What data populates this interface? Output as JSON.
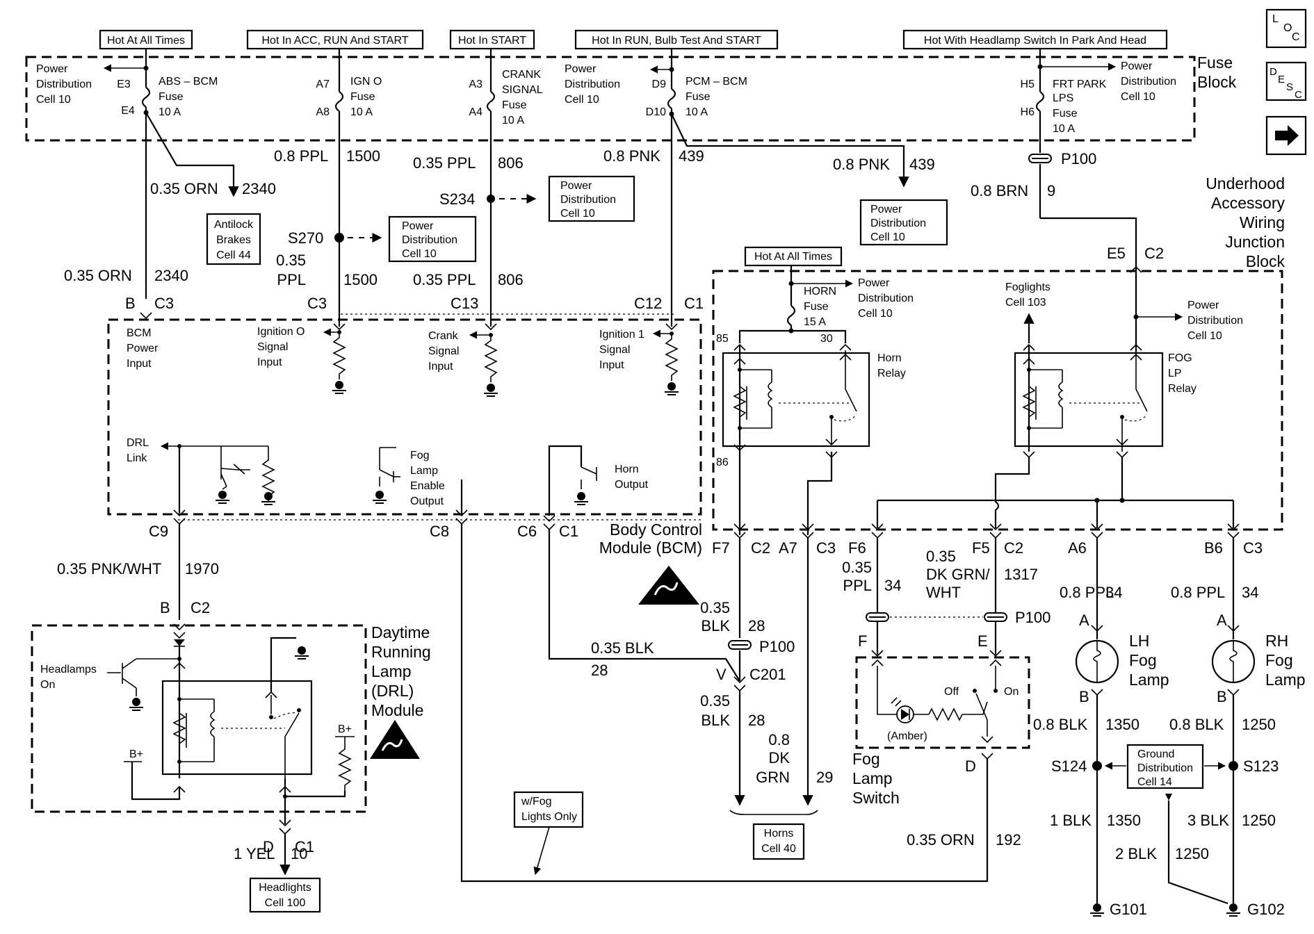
{
  "supply_labels": [
    "Hot At All Times",
    "Hot In ACC, RUN And START",
    "Hot In START",
    "Hot In RUN, Bulb Test And START",
    "Hot With Headlamp Switch In Park And Head"
  ],
  "horn_hot_label": "Hot At All Times",
  "nav": {
    "loc": [
      "L",
      "O",
      "C"
    ],
    "desc": [
      "D",
      "E",
      "S",
      "C"
    ]
  },
  "fuse_block": {
    "title": [
      "Fuse",
      "Block"
    ]
  },
  "pdc_main": [
    "Power",
    "Distribution",
    "Cell 10"
  ],
  "fuses": {
    "abs": {
      "pins": [
        "E3",
        "E4"
      ],
      "text": [
        "ABS – BCM",
        "Fuse",
        "10 A"
      ]
    },
    "ign": {
      "pins": [
        "A7",
        "A8"
      ],
      "text": [
        "IGN O",
        "Fuse",
        "10 A"
      ]
    },
    "crank": {
      "pins": [
        "A3",
        "A4"
      ],
      "text": [
        "CRANK",
        "SIGNAL",
        "Fuse",
        "10 A"
      ]
    },
    "pcm": {
      "pins": [
        "D9",
        "D10"
      ],
      "text": [
        "PCM – BCM",
        "Fuse",
        "10 A"
      ]
    },
    "frt": {
      "pins": [
        "H5",
        "H6"
      ],
      "text": [
        "FRT PARK",
        "LPS",
        "Fuse",
        "10 A"
      ]
    }
  },
  "wires": {
    "orn2340_a": [
      "0.35 ORN",
      "2340"
    ],
    "orn2340_b": [
      "0.35 ORN",
      "2340"
    ],
    "ppl1500_a": [
      "0.8 PPL",
      "1500"
    ],
    "ppl1500_b": [
      "0.35",
      "PPL",
      "1500"
    ],
    "ppl806_a": [
      "0.35 PPL",
      "806"
    ],
    "ppl806_b": [
      "0.35 PPL",
      "806"
    ],
    "pnk439_a": [
      "0.8 PNK",
      "439"
    ],
    "pnk439_b": [
      "0.8 PNK",
      "439"
    ],
    "brn9": [
      "0.8 BRN",
      "9"
    ],
    "pnkwht1970": [
      "0.35 PNK/WHT",
      "1970"
    ],
    "yel10": [
      "1 YEL",
      "10"
    ],
    "blk28_a": [
      "0.35 BLK",
      "28"
    ],
    "blk28_b": [
      "0.35",
      "BLK",
      "28"
    ],
    "blk28_c": [
      "0.35",
      "BLK",
      "28"
    ],
    "dkgrn29": [
      "0.8",
      "DK",
      "GRN",
      "29"
    ],
    "ppl34_sw": [
      "0.35",
      "PPL",
      "34"
    ],
    "dkgrnwht1317": [
      "0.35",
      "DK GRN/",
      "WHT",
      "1317"
    ],
    "ppl34_lh": [
      "0.8 PPL",
      "34"
    ],
    "ppl34_rh": [
      "0.8 PPL",
      "34"
    ],
    "blk1350_a": [
      "0.8 BLK",
      "1350"
    ],
    "blk1250_a": [
      "0.8 BLK",
      "1250"
    ],
    "blk1350_b": [
      "1 BLK",
      "1350"
    ],
    "blk1250_b": [
      "3 BLK",
      "1250"
    ],
    "blk1250_c": [
      "2 BLK",
      "1250"
    ],
    "orn192": [
      "0.35 ORN",
      "192"
    ]
  },
  "refs": {
    "antilock": [
      "Antilock",
      "Brakes",
      "Cell 44"
    ],
    "pdc_s270": [
      "Power",
      "Distribution",
      "Cell 10"
    ],
    "pdc_s234": [
      "Power",
      "Distribution",
      "Cell 10"
    ],
    "pdc_pnk": [
      "Power",
      "Distribution",
      "Cell 10"
    ],
    "horns": [
      "Horns",
      "Cell 40"
    ],
    "headlights": [
      "Headlights",
      "Cell 100"
    ],
    "ground_dist": [
      "Ground",
      "Distribution",
      "Cell 14"
    ],
    "fog_only": [
      "w/Fog",
      "Lights Only"
    ]
  },
  "splices": {
    "s270": "S270",
    "s234": "S234",
    "s124": "S124",
    "s123": "S123"
  },
  "grounds": {
    "g101": "G101",
    "g102": "G102"
  },
  "connectors": {
    "b_c3": [
      "B",
      "C3"
    ],
    "c3": "C3",
    "c13": "C13",
    "c12_c1": [
      "C12",
      "C1"
    ],
    "c9": "C9",
    "c8": "C8",
    "c6_c1": [
      "C6",
      "C1"
    ],
    "b_c2": [
      "B",
      "C2"
    ],
    "d_c1": [
      "D",
      "C1"
    ],
    "f7_c2": [
      "F7",
      "C2"
    ],
    "a7_c3": [
      "A7",
      "C3"
    ],
    "f6": "F6",
    "f5_c2": [
      "F5",
      "C2"
    ],
    "a6": "A6",
    "b6_c3": [
      "B6",
      "C3"
    ],
    "e5_c2": [
      "E5",
      "C2"
    ],
    "v_c201": [
      "V",
      "C201"
    ],
    "p100": "P100",
    "p100_b": "P100",
    "p100_c": "P100",
    "pin_f": "F",
    "pin_e": "E",
    "pin_d": "D",
    "lh_a": "A",
    "lh_b": "B",
    "rh_a": "A",
    "rh_b": "B",
    "relay_85": "85",
    "relay_30": "30",
    "relay_86": "86"
  },
  "bcm": {
    "title": [
      "Body Control",
      "Module (BCM)"
    ],
    "power_input": [
      "BCM",
      "Power",
      "Input"
    ],
    "ign0": [
      "Ignition O",
      "Signal",
      "Input"
    ],
    "crank": [
      "Crank",
      "Signal",
      "Input"
    ],
    "ign1": [
      "Ignition 1",
      "Signal",
      "Input"
    ],
    "drl": [
      "DRL",
      "Link"
    ],
    "fog": [
      "Fog",
      "Lamp",
      "Enable",
      "Output"
    ],
    "horn": [
      "Horn",
      "Output"
    ]
  },
  "ujb": {
    "title": [
      "Underhood",
      "Accessory",
      "Wiring",
      "Junction",
      "Block"
    ],
    "horn_fuse": [
      "HORN",
      "Fuse",
      "15 A"
    ],
    "horn_relay": [
      "Horn",
      "Relay"
    ],
    "fog_relay": [
      "FOG",
      "LP",
      "Relay"
    ],
    "foglights": [
      "Foglights",
      "Cell 103"
    ],
    "pdc_horn": [
      "Power",
      "Distribution",
      "Cell 10"
    ],
    "pdc_fog": [
      "Power",
      "Distribution",
      "Cell 10"
    ]
  },
  "drl": {
    "title": [
      "Daytime",
      "Running",
      "Lamp",
      "(DRL)",
      "Module"
    ],
    "headlamps_on": [
      "Headlamps",
      "On"
    ],
    "bplus1": "B+",
    "bplus2": "B+"
  },
  "fog_switch": {
    "title": [
      "Fog",
      "Lamp",
      "Switch"
    ],
    "off": "Off",
    "on": "On",
    "amber": "(Amber)"
  },
  "fog_lamps": {
    "lh": [
      "LH",
      "Fog",
      "Lamp"
    ],
    "rh": [
      "RH",
      "Fog",
      "Lamp"
    ]
  }
}
